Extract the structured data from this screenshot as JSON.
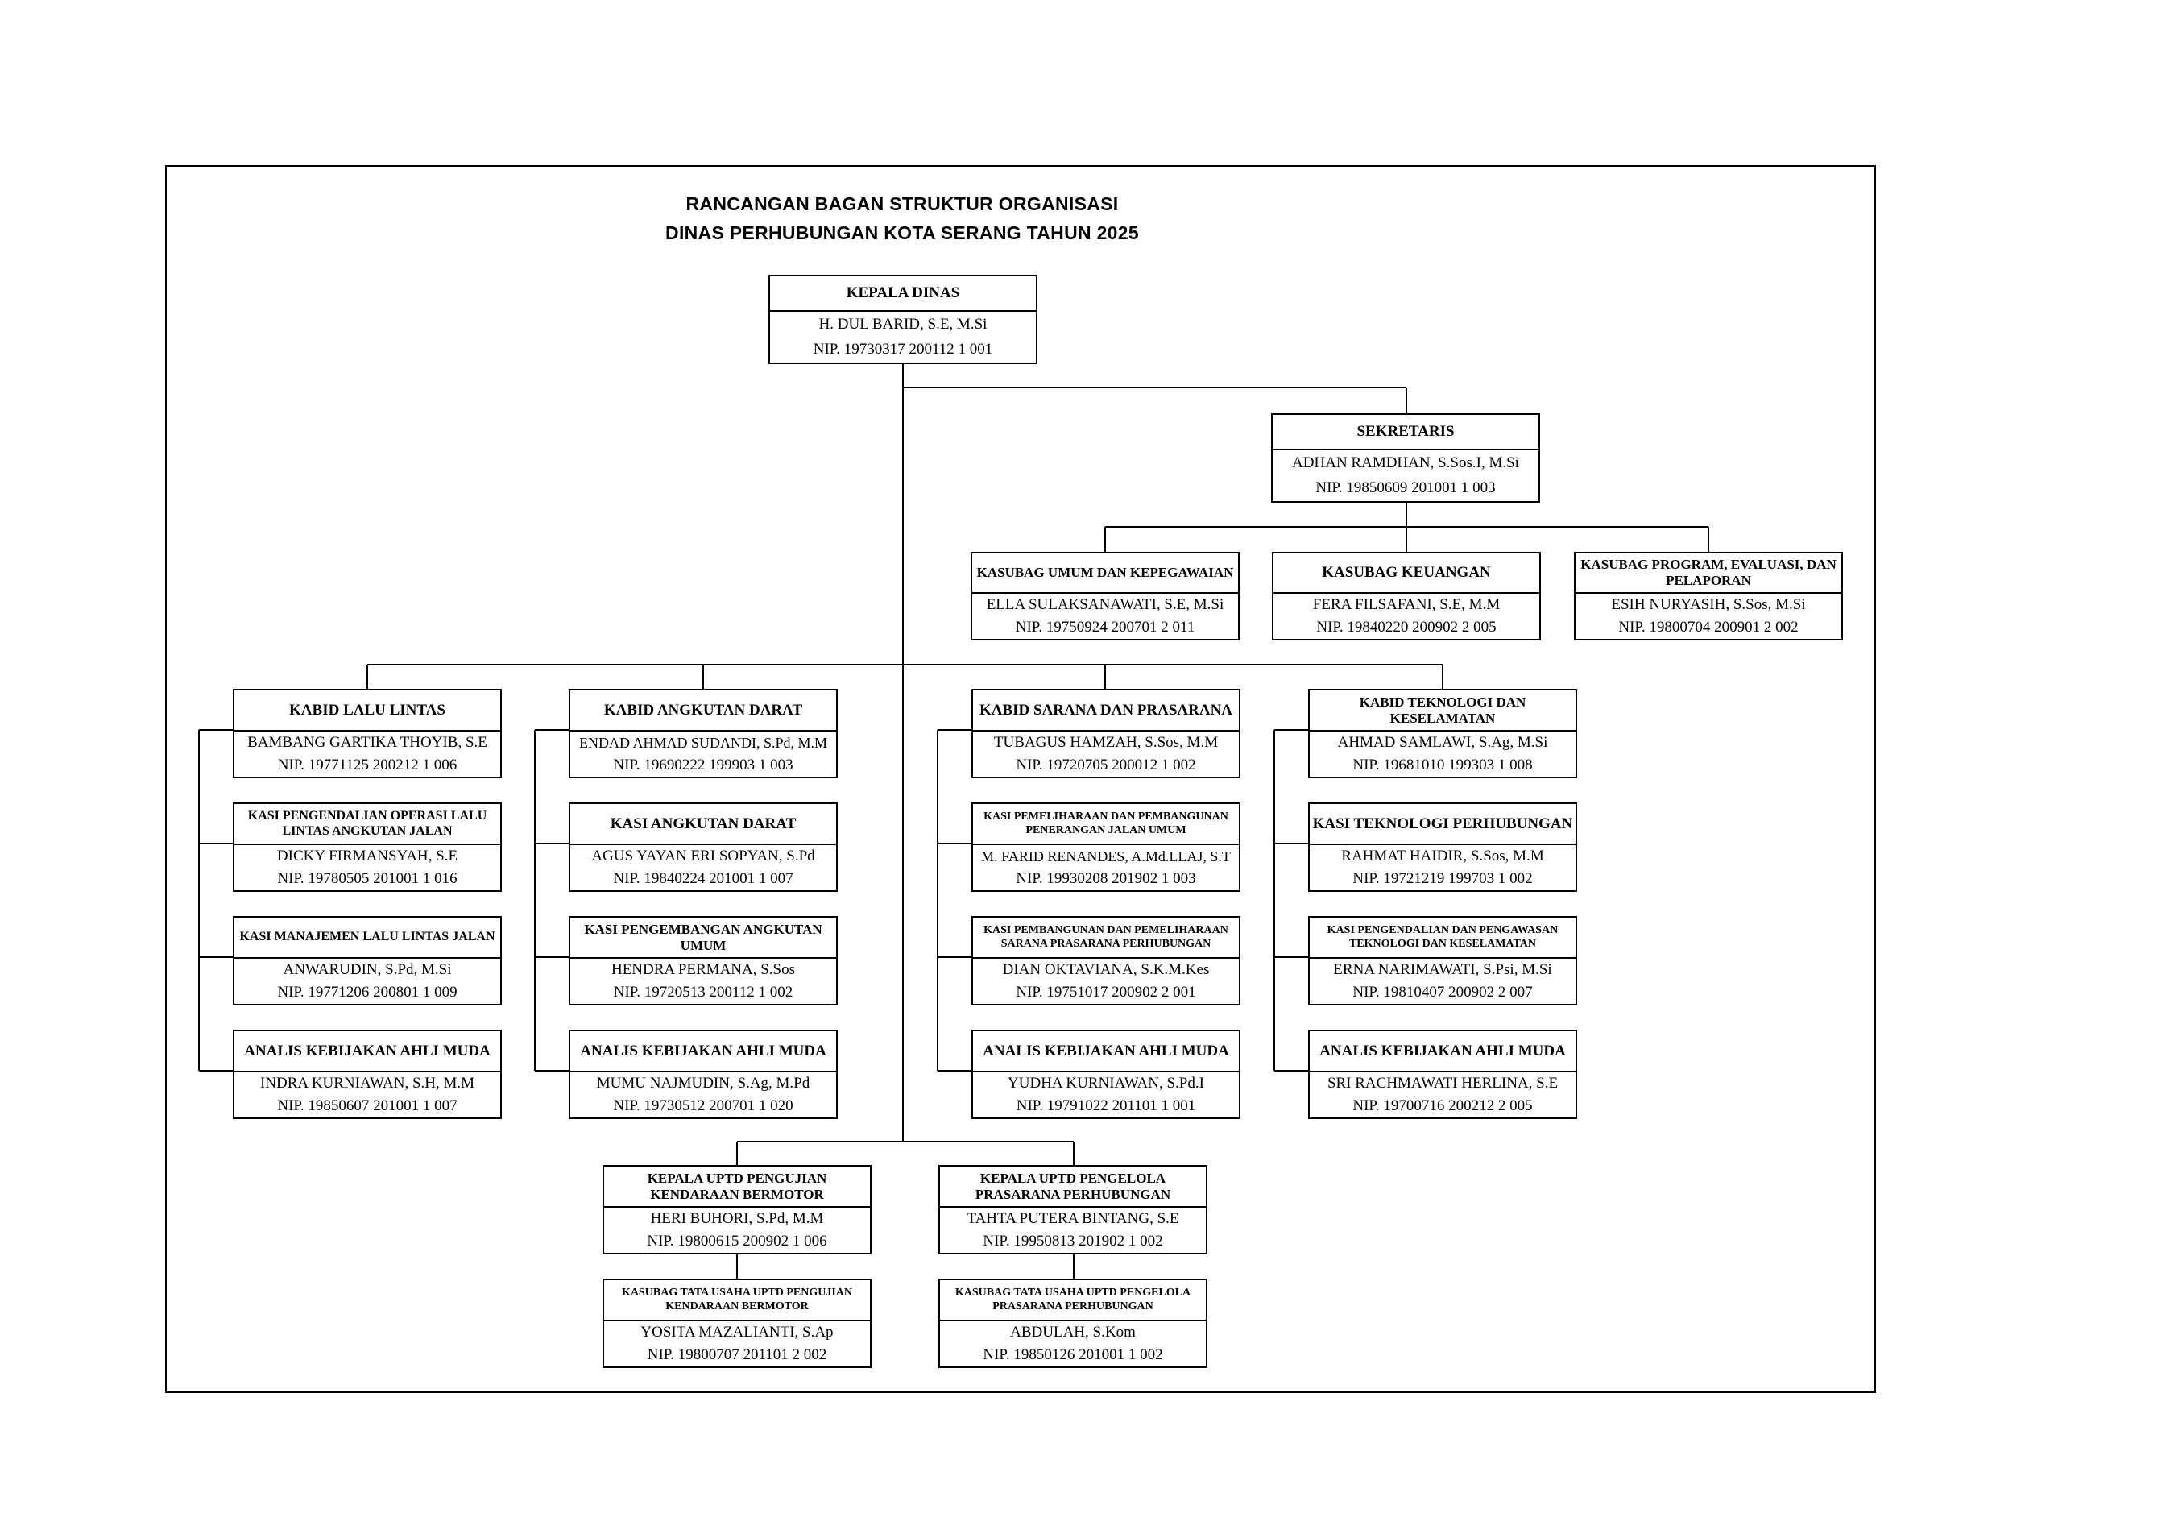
{
  "title_line1": "RANCANGAN BAGAN STRUKTUR ORGANISASI",
  "title_line2": "DINAS PERHUBUNGAN KOTA SERANG TAHUN 2025",
  "kepala": {
    "title": "KEPALA DINAS",
    "name": "H. DUL BARID, S.E, M.Si",
    "nip": "NIP. 19730317 200112 1 001"
  },
  "sekretaris": {
    "title": "SEKRETARIS",
    "name": "ADHAN RAMDHAN, S.Sos.I, M.Si",
    "nip": "NIP. 19850609 201001 1 003"
  },
  "kasubag": [
    {
      "title": "KASUBAG UMUM DAN KEPEGAWAIAN",
      "name": "ELLA SULAKSANAWATI, S.E, M.Si",
      "nip": "NIP. 19750924 200701 2 011"
    },
    {
      "title": "KASUBAG KEUANGAN",
      "name": "FERA FILSAFANI, S.E, M.M",
      "nip": "NIP. 19840220 200902 2 005"
    },
    {
      "title": "KASUBAG PROGRAM, EVALUASI, DAN PELAPORAN",
      "name": "ESIH NURYASIH, S.Sos, M.Si",
      "nip": "NIP. 19800704 200901 2 002"
    }
  ],
  "bidang": [
    {
      "kabid": {
        "title": "KABID LALU LINTAS",
        "name": "BAMBANG GARTIKA THOYIB, S.E",
        "nip": "NIP. 19771125 200212 1 006"
      },
      "units": [
        {
          "title": "KASI PENGENDALIAN OPERASI LALU LINTAS ANGKUTAN JALAN",
          "name": "DICKY FIRMANSYAH, S.E",
          "nip": "NIP. 19780505 201001 1 016"
        },
        {
          "title": "KASI MANAJEMEN LALU LINTAS JALAN",
          "name": "ANWARUDIN, S.Pd, M.Si",
          "nip": "NIP. 19771206 200801 1 009"
        },
        {
          "title": "ANALIS KEBIJAKAN AHLI MUDA",
          "name": "INDRA KURNIAWAN, S.H, M.M",
          "nip": "NIP. 19850607 201001 1 007"
        }
      ]
    },
    {
      "kabid": {
        "title": "KABID ANGKUTAN DARAT",
        "name": "ENDAD AHMAD SUDANDI, S.Pd, M.M",
        "nip": "NIP. 19690222 199903 1 003"
      },
      "units": [
        {
          "title": "KASI ANGKUTAN DARAT",
          "name": "AGUS YAYAN ERI SOPYAN, S.Pd",
          "nip": "NIP. 19840224 201001 1 007"
        },
        {
          "title": "KASI PENGEMBANGAN ANGKUTAN UMUM",
          "name": "HENDRA PERMANA, S.Sos",
          "nip": "NIP. 19720513 200112 1 002"
        },
        {
          "title": "ANALIS KEBIJAKAN AHLI MUDA",
          "name": "MUMU NAJMUDIN, S.Ag, M.Pd",
          "nip": "NIP. 19730512 200701 1 020"
        }
      ]
    },
    {
      "kabid": {
        "title": "KABID SARANA DAN PRASARANA",
        "name": "TUBAGUS HAMZAH, S.Sos, M.M",
        "nip": "NIP. 19720705 200012 1 002"
      },
      "units": [
        {
          "title": "KASI PEMELIHARAAN DAN PEMBANGUNAN PENERANGAN JALAN UMUM",
          "name": "M. FARID RENANDES, A.Md.LLAJ, S.T",
          "nip": "NIP. 19930208 201902 1 003"
        },
        {
          "title": "KASI PEMBANGUNAN DAN PEMELIHARAAN SARANA PRASARANA PERHUBUNGAN",
          "name": "DIAN OKTAVIANA, S.K.M.Kes",
          "nip": "NIP. 19751017 200902 2 001"
        },
        {
          "title": "ANALIS KEBIJAKAN AHLI MUDA",
          "name": "YUDHA KURNIAWAN, S.Pd.I",
          "nip": "NIP. 19791022 201101 1 001"
        }
      ]
    },
    {
      "kabid": {
        "title": "KABID TEKNOLOGI DAN KESELAMATAN",
        "name": "AHMAD SAMLAWI, S.Ag, M.Si",
        "nip": "NIP. 19681010 199303 1 008"
      },
      "units": [
        {
          "title": "KASI TEKNOLOGI PERHUBUNGAN",
          "name": "RAHMAT HAIDIR, S.Sos, M.M",
          "nip": "NIP. 19721219 199703 1 002"
        },
        {
          "title": "KASI PENGENDALIAN DAN PENGAWASAN TEKNOLOGI DAN KESELAMATAN",
          "name": "ERNA NARIMAWATI, S.Psi, M.Si",
          "nip": "NIP. 19810407 200902 2 007"
        },
        {
          "title": "ANALIS KEBIJAKAN AHLI MUDA",
          "name": "SRI RACHMAWATI HERLINA, S.E",
          "nip": "NIP. 19700716 200212 2 005"
        }
      ]
    }
  ],
  "uptd": [
    {
      "kepala": {
        "title": "KEPALA UPTD PENGUJIAN KENDARAAN BERMOTOR",
        "name": "HERI BUHORI, S.Pd, M.M",
        "nip": "NIP. 19800615 200902 1 006"
      },
      "kasubag": {
        "title": "KASUBAG TATA USAHA UPTD PENGUJIAN KENDARAAN BERMOTOR",
        "name": "YOSITA MAZALIANTI, S.Ap",
        "nip": "NIP. 19800707 201101 2 002"
      }
    },
    {
      "kepala": {
        "title": "KEPALA UPTD PENGELOLA PRASARANA PERHUBUNGAN",
        "name": "TAHTA PUTERA BINTANG, S.E",
        "nip": "NIP. 19950813 201902 1 002"
      },
      "kasubag": {
        "title": "KASUBAG TATA USAHA UPTD PENGELOLA PRASARANA PERHUBUNGAN",
        "name": "ABDULAH, S.Kom",
        "nip": "NIP. 19850126 201001 1 002"
      }
    }
  ]
}
